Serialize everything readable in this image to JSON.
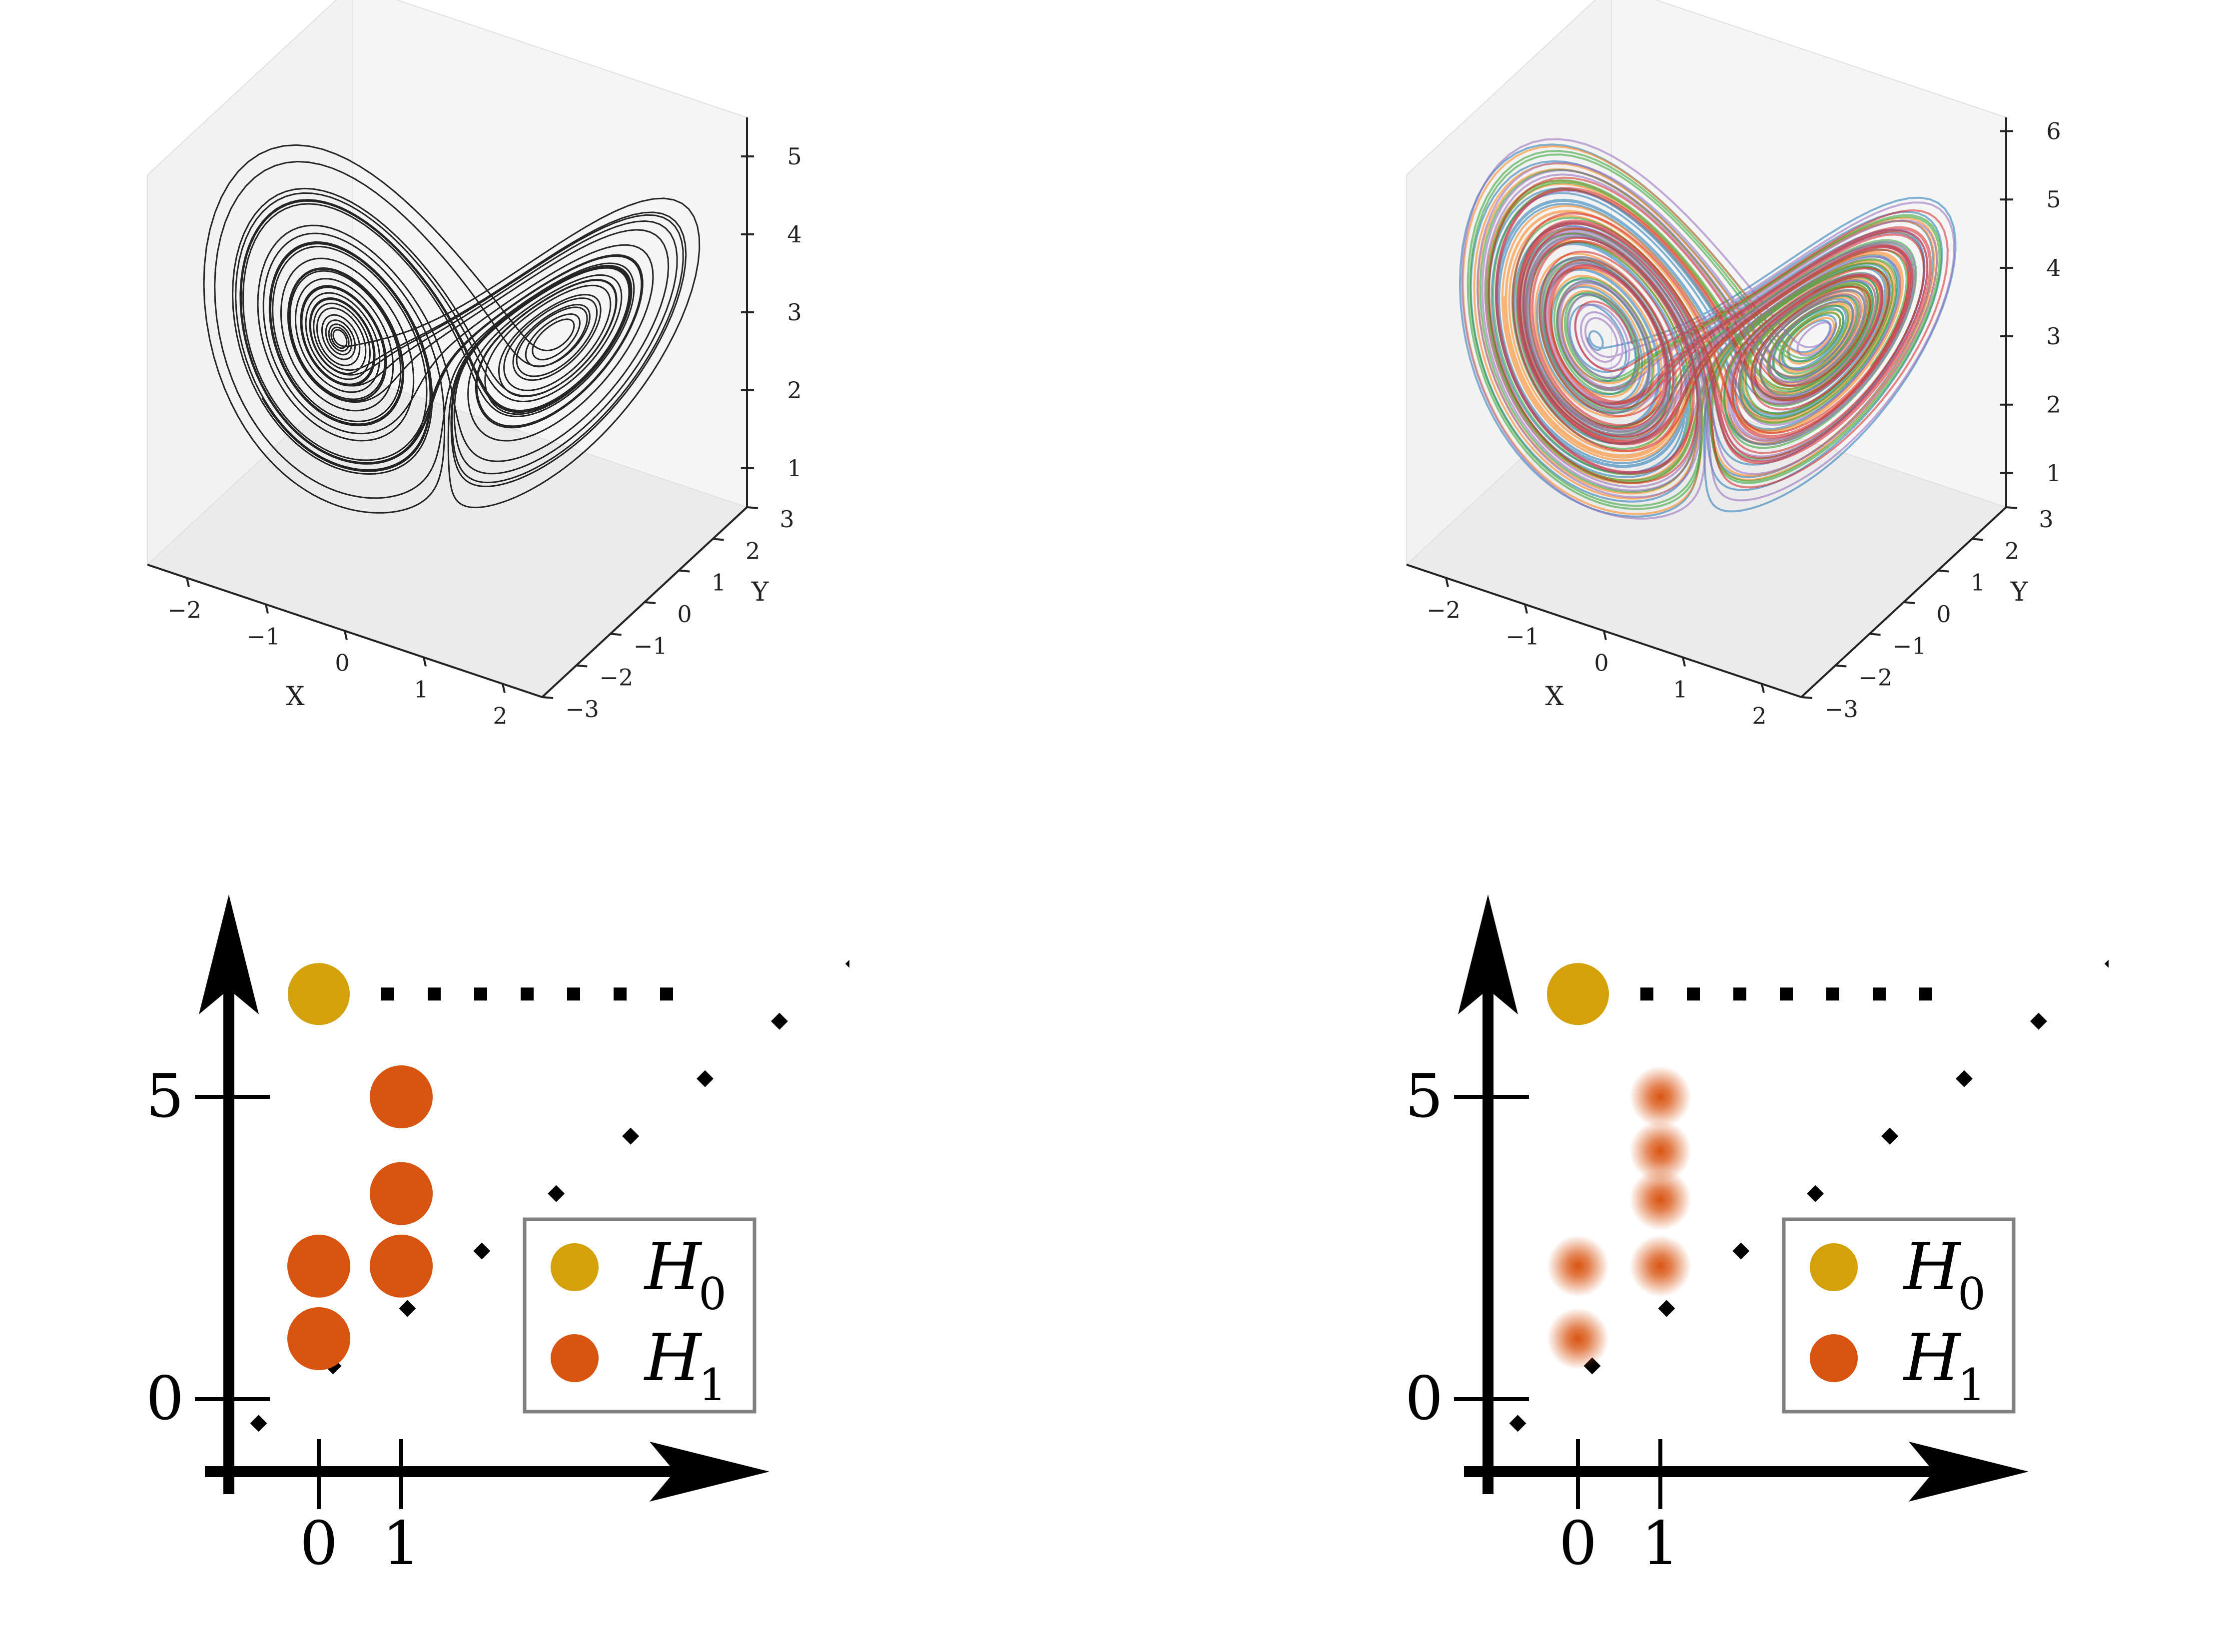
{
  "colors": {
    "h0": "#D4A10A",
    "h1": "#D95411",
    "trajectory_single": "#000000",
    "ensemble": [
      "#1f77b4",
      "#ff7f0e",
      "#2ca02c",
      "#9467bd",
      "#d62728"
    ]
  },
  "chart_data": [
    {
      "type": "line",
      "subtype": "3d-trajectory",
      "xlabel": "X",
      "ylabel": "Y",
      "x_ticks": [
        "−2",
        "−1",
        "0",
        "1",
        "2"
      ],
      "y_ticks": [
        "−3",
        "−2",
        "−1",
        "0",
        "1",
        "2",
        "3"
      ],
      "z_ticks": [
        "1",
        "2",
        "3",
        "4",
        "5"
      ],
      "xlim": [
        -2.5,
        2.5
      ],
      "ylim": [
        -3,
        3
      ],
      "zlim": [
        0.5,
        5.5
      ],
      "series": [
        {
          "color": "#000000"
        }
      ]
    },
    {
      "type": "line",
      "subtype": "3d-trajectory-ensemble",
      "xlabel": "X",
      "ylabel": "Y",
      "x_ticks": [
        "−2",
        "−1",
        "0",
        "1",
        "2"
      ],
      "y_ticks": [
        "−3",
        "−2",
        "−1",
        "0",
        "1",
        "2",
        "3"
      ],
      "z_ticks": [
        "1",
        "2",
        "3",
        "4",
        "5",
        "6"
      ],
      "xlim": [
        -2.5,
        2.5
      ],
      "ylim": [
        -3,
        3
      ],
      "zlim": [
        0.5,
        6.2
      ],
      "series": [
        {
          "color": "#1f77b4"
        },
        {
          "color": "#ff7f0e"
        },
        {
          "color": "#2ca02c"
        },
        {
          "color": "#9467bd"
        },
        {
          "color": "#d62728"
        }
      ]
    },
    {
      "type": "scatter",
      "subtype": "persistence-diagram",
      "x_ticks": [
        "0",
        "1"
      ],
      "y_ticks": [
        "0",
        "5"
      ],
      "legend": [
        "H",
        "H"
      ],
      "legend_sub": [
        "0",
        "1"
      ],
      "legend_position": "right",
      "style": "solid",
      "series": [
        {
          "points": [
            [
              0,
              6.7
            ]
          ]
        },
        {
          "points": [
            [
              0,
              1.0
            ],
            [
              0,
              2.2
            ],
            [
              1,
              2.2
            ],
            [
              1,
              3.4
            ],
            [
              1,
              5.0
            ]
          ]
        }
      ]
    },
    {
      "type": "scatter",
      "subtype": "persistence-diagram",
      "x_ticks": [
        "0",
        "1"
      ],
      "y_ticks": [
        "0",
        "5"
      ],
      "legend": [
        "H",
        "H"
      ],
      "legend_sub": [
        "0",
        "1"
      ],
      "legend_position": "right",
      "style": "blurred",
      "series": [
        {
          "points": [
            [
              0,
              6.7
            ]
          ]
        },
        {
          "points": [
            [
              0,
              1.0
            ],
            [
              0,
              2.2
            ],
            [
              1,
              2.2
            ],
            [
              1,
              3.3
            ],
            [
              1,
              4.1
            ],
            [
              1,
              5.0
            ]
          ]
        }
      ]
    }
  ]
}
